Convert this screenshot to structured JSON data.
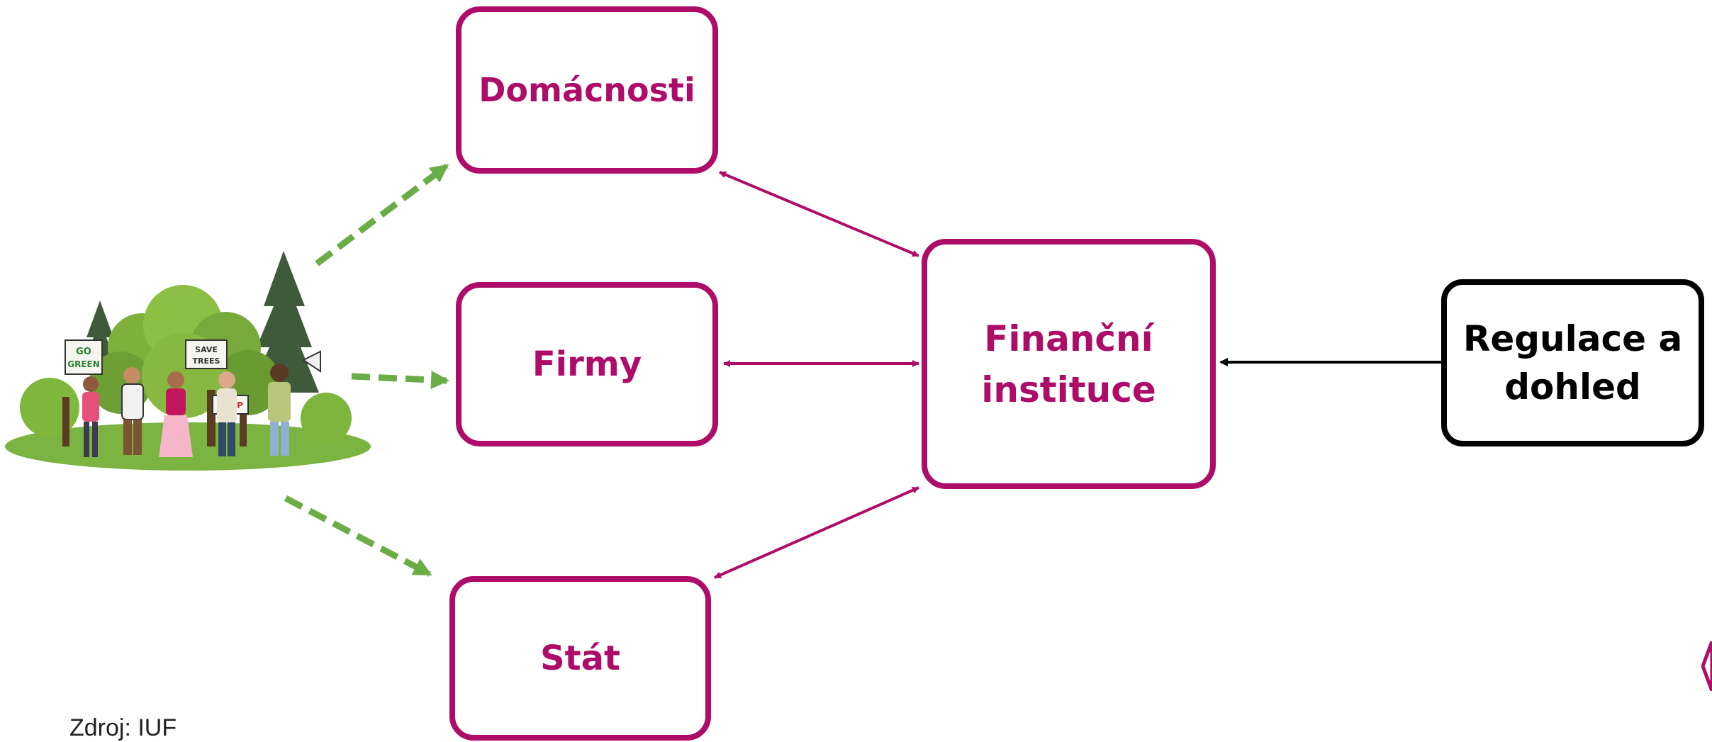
{
  "nodes": {
    "domacnosti": "Domácnosti",
    "firmy": "Firmy",
    "stat": "Stát",
    "financni_instituce": "Finanční\ninstituce",
    "regulace": "Regulace a\ndohled"
  },
  "illustration": {
    "sign_go_green": "GO GREEN",
    "sign_save_trees": "SAVE TREES",
    "sign_stop": "STOP"
  },
  "source_note": "Zdroj: IUF",
  "colors": {
    "magenta": "#ad0c68",
    "green_arrow": "#6aac46",
    "black": "#000000"
  }
}
